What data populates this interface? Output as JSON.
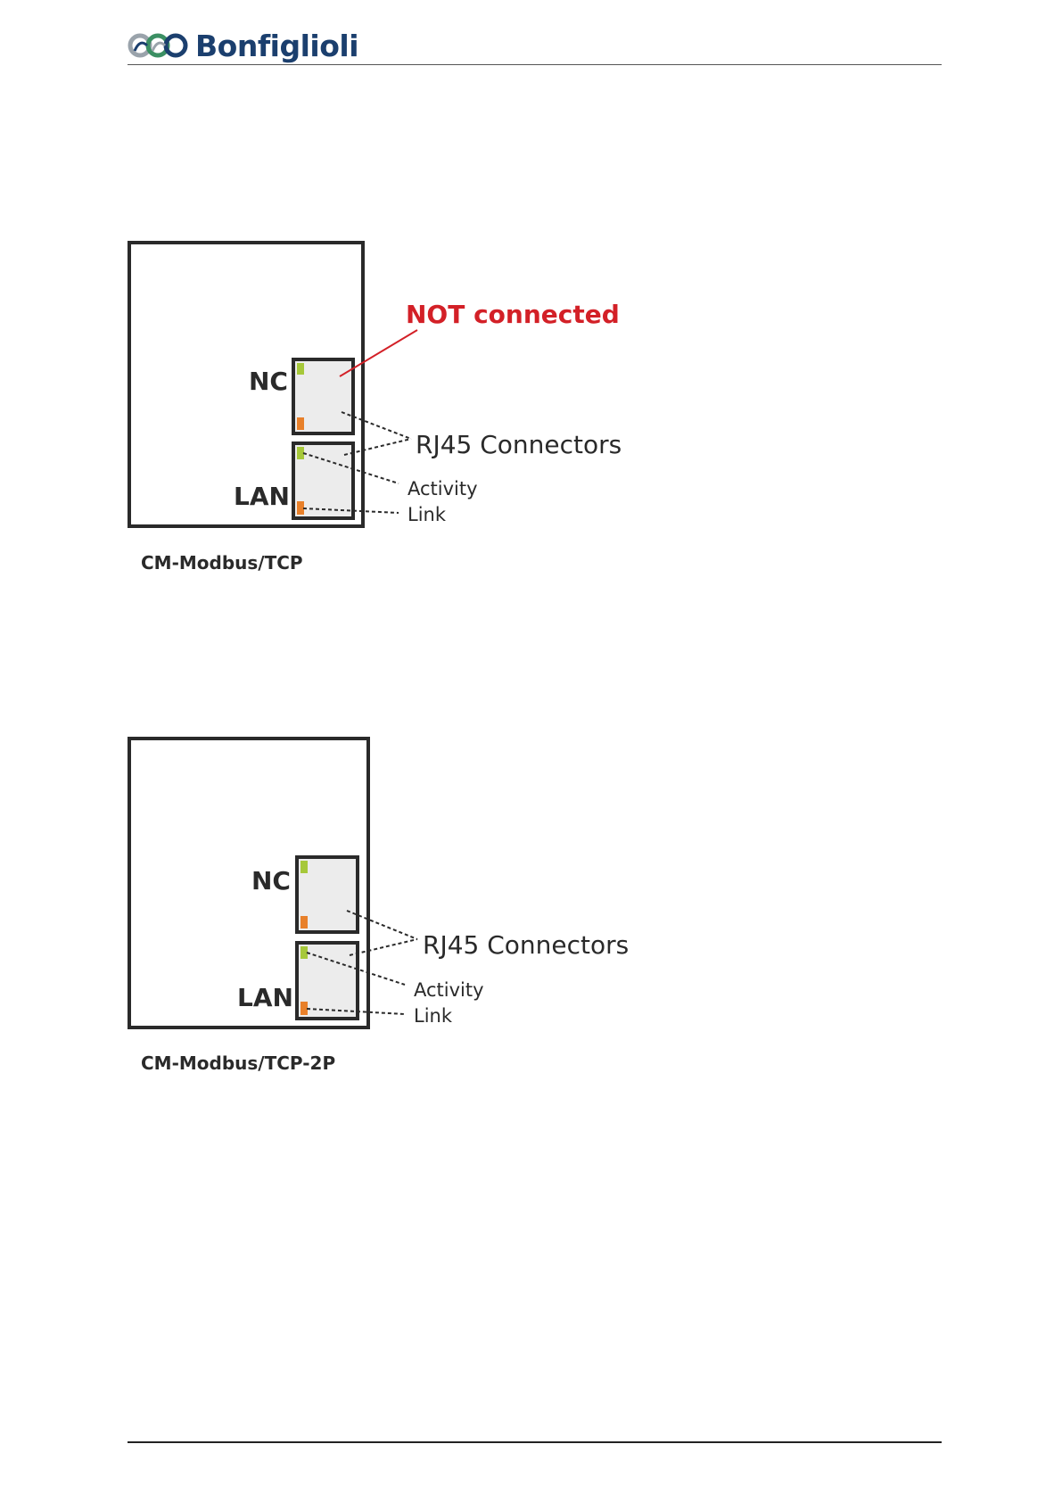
{
  "header": {
    "brand": "Bonfiglioli"
  },
  "colors": {
    "brand": "#1b3f6e",
    "accent_red": "#d32027",
    "led_activity": "#a6c83a",
    "led_link": "#e8802a",
    "port_fill": "#ececec"
  },
  "diagrams": [
    {
      "nc_label": "NC",
      "lan_label": "LAN",
      "not_connected_label": "NOT connected",
      "rj45_label": "RJ45 Connectors",
      "activity_label": "Activity",
      "link_label": "Link",
      "caption": "CM-Modbus/TCP"
    },
    {
      "nc_label": "NC",
      "lan_label": "LAN",
      "rj45_label": "RJ45 Connectors",
      "activity_label": "Activity",
      "link_label": "Link",
      "caption": "CM-Modbus/TCP-2P"
    }
  ]
}
